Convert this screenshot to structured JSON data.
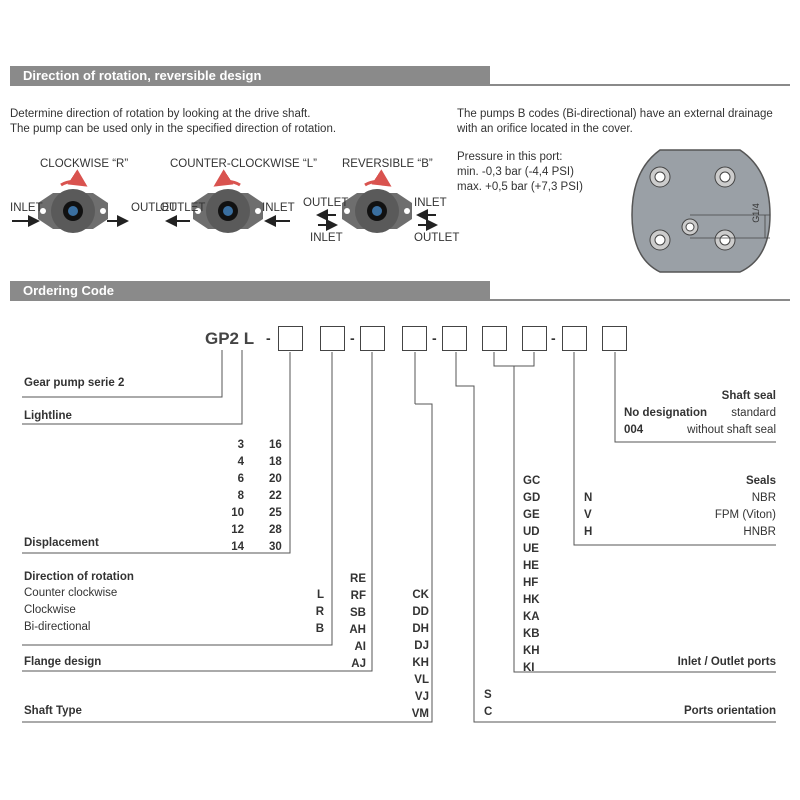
{
  "section1": {
    "title": "Direction of rotation, reversible design"
  },
  "intro": {
    "line1": "Determine direction of rotation by looking at the drive shaft.",
    "line2": "The pump can be used only in the specified direction of rotation."
  },
  "right_info": {
    "line1": "The pumps B codes (Bi-directional) have an external drainage",
    "line2": "with an orifice located in the cover.",
    "pressure_title": "Pressure in this port:",
    "pressure_min": "min. -0,3 bar (-4,4 PSI)",
    "pressure_max": "max. +0,5 bar (+7,3 PSI)",
    "port_label": "G1/4"
  },
  "rotation_diagrams": {
    "clockwise": {
      "title": "CLOCKWISE “R”",
      "left": "INLET",
      "right": "OUTLET"
    },
    "counter": {
      "title": "COUNTER-CLOCKWISE “L”",
      "left": "OUTLET",
      "right": "INLET"
    },
    "reversible": {
      "title": "REVERSIBLE “B”",
      "left_top": "OUTLET",
      "left_bottom": "INLET",
      "right_top": "INLET",
      "right_bottom": "OUTLET"
    }
  },
  "section2": {
    "title": "Ordering Code"
  },
  "code": {
    "prefix": "GP2 L",
    "dash": "-"
  },
  "labels": {
    "gear_pump": "Gear pump serie 2",
    "lightline": "Lightline",
    "displacement": "Displacement",
    "direction": "Direction of rotation",
    "counter_clockwise": "Counter clockwise",
    "clockwise": "Clockwise",
    "bi_directional": "Bi-directional",
    "flange": "Flange design",
    "shaft_type": "Shaft Type",
    "shaft_seal": "Shaft seal",
    "no_designation": "No designation",
    "standard": "standard",
    "code_004": "004",
    "without_seal": "without shaft seal",
    "seals": "Seals",
    "inlet_outlet": "Inlet / Outlet ports",
    "ports_orientation": "Ports orientation"
  },
  "displacement_col1": [
    "3",
    "4",
    "6",
    "8",
    "10",
    "12",
    "14"
  ],
  "displacement_col2": [
    "16",
    "18",
    "20",
    "22",
    "25",
    "28",
    "30"
  ],
  "direction_codes": [
    "L",
    "R",
    "B"
  ],
  "flange_codes": [
    "RE",
    "RF",
    "SB",
    "AH",
    "AI",
    "AJ"
  ],
  "shaft_codes": [
    "CK",
    "DD",
    "DH",
    "DJ",
    "KH",
    "VL",
    "VJ",
    "VM"
  ],
  "port_codes": [
    "GC",
    "GD",
    "GE",
    "UD",
    "UE",
    "HE",
    "HF",
    "HK",
    "KA",
    "KB",
    "KH",
    "KI"
  ],
  "orientation_codes": [
    "S",
    "C"
  ],
  "seal_codes": [
    {
      "code": "N",
      "name": "NBR"
    },
    {
      "code": "V",
      "name": "FPM (Viton)"
    },
    {
      "code": "H",
      "name": "HNBR"
    }
  ]
}
